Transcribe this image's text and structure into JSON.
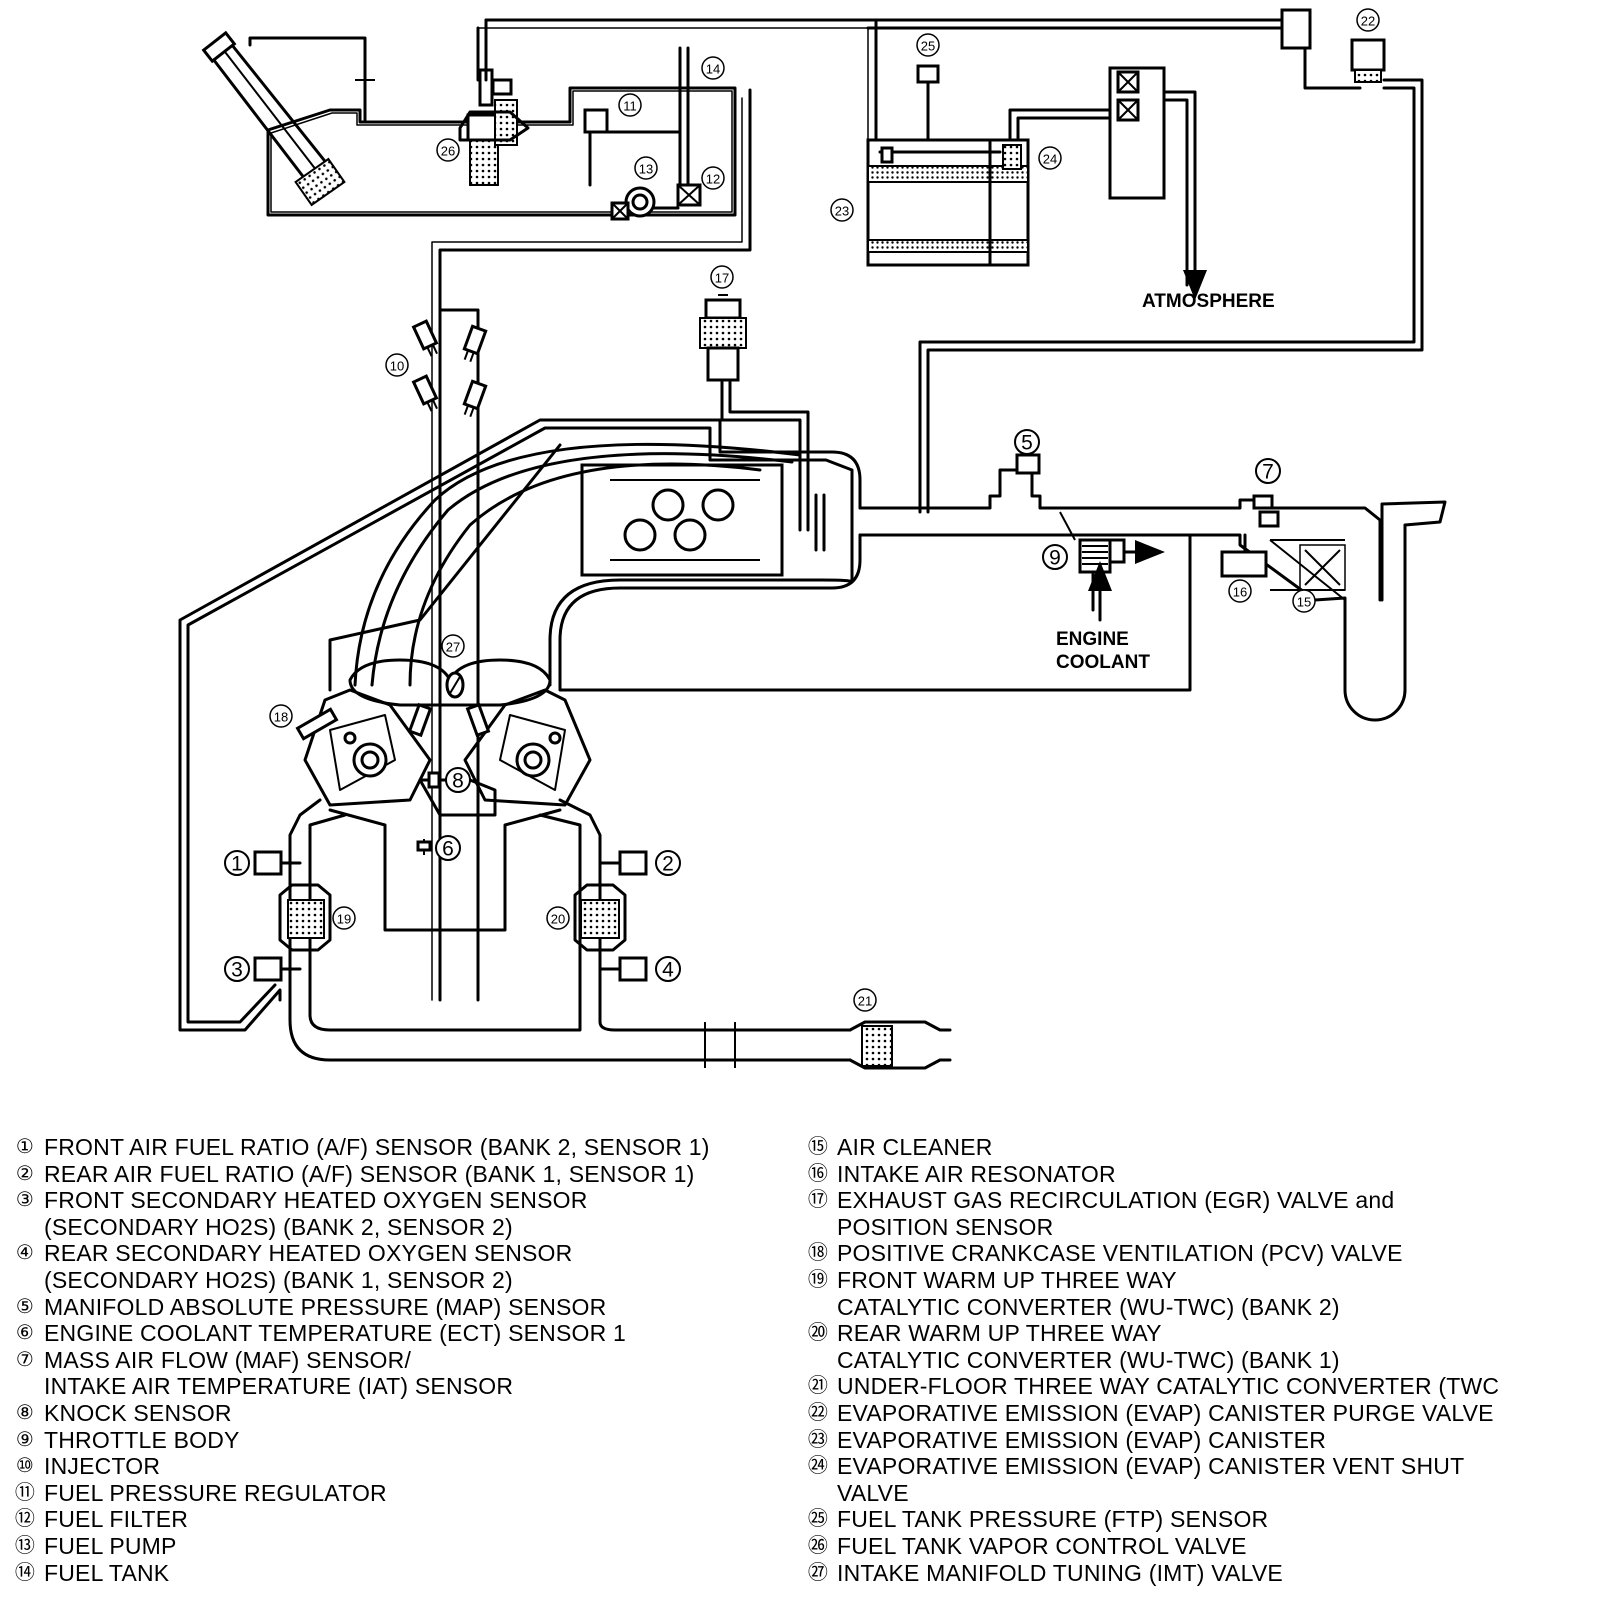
{
  "diagram": {
    "label_atmosphere": "ATMOSPHERE",
    "label_engine_coolant_1": "ENGINE",
    "label_engine_coolant_2": "COOLANT",
    "callouts": {
      "c1": "1",
      "c2": "2",
      "c3": "3",
      "c4": "4",
      "c5": "5",
      "c6": "6",
      "c7": "7",
      "c8": "8",
      "c9": "9",
      "c10": "10",
      "c11": "11",
      "c12": "12",
      "c13": "13",
      "c14": "14",
      "c15": "15",
      "c16": "16",
      "c17": "17",
      "c18": "18",
      "c19": "19",
      "c20": "20",
      "c21": "21",
      "c22": "22",
      "c23": "23",
      "c24": "24",
      "c25": "25",
      "c26": "26",
      "c27": "27"
    }
  },
  "legend": {
    "left": [
      {
        "num": "①",
        "text": "FRONT AIR FUEL RATIO (A/F) SENSOR (BANK 2, SENSOR 1)"
      },
      {
        "num": "②",
        "text": "REAR AIR FUEL RATIO (A/F) SENSOR (BANK 1, SENSOR 1)"
      },
      {
        "num": "③",
        "text": "FRONT SECONDARY HEATED OXYGEN SENSOR\n(SECONDARY HO2S) (BANK 2, SENSOR 2)"
      },
      {
        "num": "④",
        "text": "REAR SECONDARY HEATED OXYGEN SENSOR\n(SECONDARY HO2S) (BANK 1, SENSOR 2)"
      },
      {
        "num": "⑤",
        "text": "MANIFOLD ABSOLUTE PRESSURE (MAP) SENSOR"
      },
      {
        "num": "⑥",
        "text": "ENGINE COOLANT TEMPERATURE (ECT) SENSOR 1"
      },
      {
        "num": "⑦",
        "text": "MASS AIR FLOW (MAF) SENSOR/\nINTAKE AIR TEMPERATURE (IAT) SENSOR"
      },
      {
        "num": "⑧",
        "text": "KNOCK SENSOR"
      },
      {
        "num": "⑨",
        "text": "THROTTLE BODY"
      },
      {
        "num": "⑩",
        "text": "INJECTOR"
      },
      {
        "num": "⑪",
        "text": "FUEL PRESSURE REGULATOR"
      },
      {
        "num": "⑫",
        "text": "FUEL FILTER"
      },
      {
        "num": "⑬",
        "text": "FUEL PUMP"
      },
      {
        "num": "⑭",
        "text": "FUEL TANK"
      }
    ],
    "right": [
      {
        "num": "⑮",
        "text": "AIR CLEANER"
      },
      {
        "num": "⑯",
        "text": "INTAKE AIR RESONATOR"
      },
      {
        "num": "⑰",
        "text": "EXHAUST GAS RECIRCULATION (EGR) VALVE and\nPOSITION SENSOR"
      },
      {
        "num": "⑱",
        "text": "POSITIVE CRANKCASE VENTILATION (PCV) VALVE"
      },
      {
        "num": "⑲",
        "text": "FRONT WARM UP THREE WAY\nCATALYTIC CONVERTER (WU-TWC) (BANK 2)"
      },
      {
        "num": "⑳",
        "text": "REAR WARM UP THREE WAY\nCATALYTIC CONVERTER (WU-TWC) (BANK 1)"
      },
      {
        "num": "㉑",
        "text": "UNDER-FLOOR THREE WAY CATALYTIC CONVERTER (TWC"
      },
      {
        "num": "㉒",
        "text": "EVAPORATIVE EMISSION (EVAP) CANISTER PURGE VALVE"
      },
      {
        "num": "㉓",
        "text": "EVAPORATIVE EMISSION (EVAP) CANISTER"
      },
      {
        "num": "㉔",
        "text": "EVAPORATIVE EMISSION (EVAP) CANISTER VENT SHUT\nVALVE"
      },
      {
        "num": "㉕",
        "text": "FUEL TANK PRESSURE (FTP) SENSOR"
      },
      {
        "num": "㉖",
        "text": "FUEL TANK VAPOR CONTROL VALVE"
      },
      {
        "num": "㉗",
        "text": "INTAKE MANIFOLD TUNING (IMT) VALVE"
      }
    ]
  }
}
